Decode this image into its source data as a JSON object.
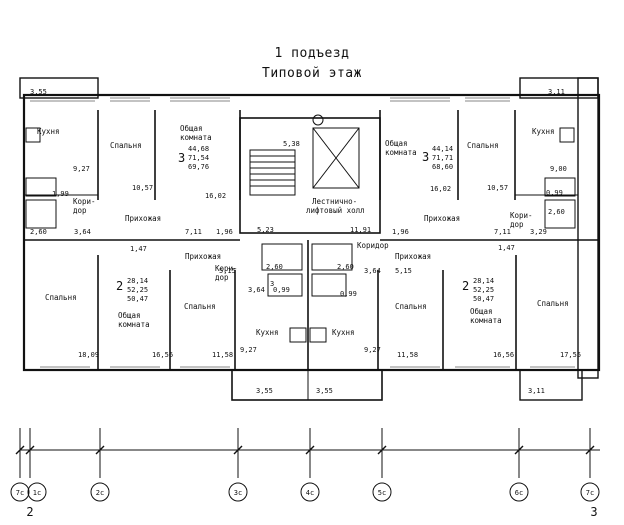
{
  "header": {
    "line1": "1 подъезд",
    "line2": "Типовой этаж"
  },
  "rooms": {
    "kitchen": "Кухня",
    "bedroom": "Спальня",
    "living": "Общая",
    "living2": "комната",
    "hall": "Прихожая",
    "corridor": "Коридор",
    "cor_a": "Кори-",
    "cor_b": "дор",
    "stair1": "Лестнично-",
    "stair2": "лифтовый холл"
  },
  "apartments": [
    {
      "rooms": "3",
      "a": "44,68",
      "b": "71,54",
      "c": "69,76"
    },
    {
      "rooms": "3",
      "a": "44,14",
      "b": "71,71",
      "c": "68,60"
    },
    {
      "rooms": "2",
      "a": "28,14",
      "b": "52,25",
      "c": "50,47"
    },
    {
      "rooms": "2",
      "a": "28,14",
      "b": "52,25",
      "c": "50,47"
    }
  ],
  "areas": [
    "3,55",
    "3,11",
    "9,27",
    "10,57",
    "16,02",
    "5,38",
    "10,57",
    "9,00",
    "16,02",
    "1,99",
    "0,99",
    "2,60",
    "3,64",
    "2,60",
    "3,29",
    "7,11",
    "1,96",
    "5,23",
    "11,91",
    "1,96",
    "7,11",
    "1,47",
    "1,47",
    "2,60",
    "2,60",
    "3,64",
    "5,15",
    "5,15",
    "3,64",
    "0,99",
    "0,99",
    "18,09",
    "16,56",
    "11,58",
    "9,27",
    "9,27",
    "11,58",
    "16,56",
    "17,55",
    "3,55",
    "3,55",
    "3,11",
    "3"
  ],
  "axes": [
    "7с",
    "1с",
    "2с",
    "3с",
    "4с",
    "5с",
    "6с",
    "7с"
  ],
  "axis_nums": [
    "2",
    "3"
  ]
}
